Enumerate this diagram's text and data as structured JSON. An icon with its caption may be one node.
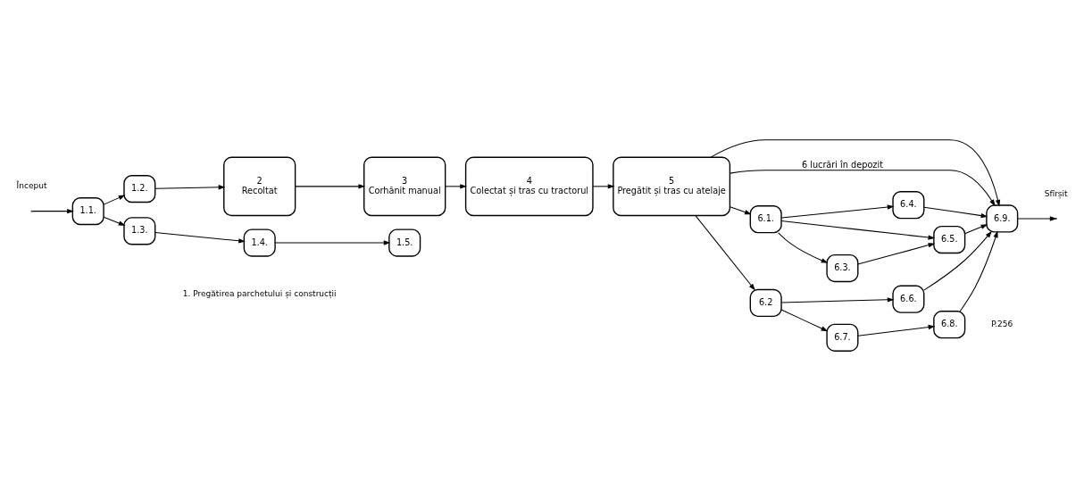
{
  "diagram": {
    "nodes": [
      {
        "text": [
          "1.1."
        ]
      },
      {
        "text": [
          "1.2."
        ]
      },
      {
        "text": [
          "1.3."
        ]
      },
      {
        "text": [
          "1.4."
        ]
      },
      {
        "text": [
          "1.5."
        ]
      },
      {
        "text": [
          "2",
          "Recoltat"
        ]
      },
      {
        "text": [
          "3",
          "Corhănit manual"
        ]
      },
      {
        "text": [
          "4",
          "Colectat și tras cu tractorul"
        ]
      },
      {
        "text": [
          "5",
          "Pregătit și tras cu atelaje"
        ]
      },
      {
        "text": [
          "6.1."
        ]
      },
      {
        "text": [
          "6.2"
        ]
      },
      {
        "text": [
          "6.3."
        ]
      },
      {
        "text": [
          "6.4."
        ]
      },
      {
        "text": [
          "6.5."
        ]
      },
      {
        "text": [
          "6.6."
        ]
      },
      {
        "text": [
          "6.7."
        ]
      },
      {
        "text": [
          "6.8."
        ]
      },
      {
        "text": [
          "6.9."
        ]
      }
    ],
    "edges": [
      {
        "from": null,
        "to": 0,
        "arrow": "to"
      },
      {
        "from": 0,
        "to": 2,
        "arrow": "to"
      },
      {
        "from": 2,
        "to": 3,
        "arrow": "to"
      },
      {
        "from": 3,
        "to": 4,
        "arrow": "to"
      },
      {
        "from": 0,
        "to": 1,
        "arrow": "to"
      },
      {
        "from": 1,
        "to": 5,
        "arrow": "to"
      },
      {
        "from": 5,
        "to": 6,
        "arrow": "to"
      },
      {
        "from": 6,
        "to": 7,
        "arrow": "to"
      },
      {
        "from": 7,
        "to": 8,
        "arrow": "to"
      },
      {
        "from": 8,
        "to": 9,
        "arrow": "to"
      },
      {
        "from": 8,
        "to": 10,
        "arrow": "to"
      },
      {
        "from": 9,
        "to": 11,
        "arrow": "to"
      },
      {
        "from": 11,
        "to": 13,
        "arrow": "to"
      },
      {
        "from": 9,
        "to": 13,
        "arrow": "to"
      },
      {
        "from": 9,
        "to": 12,
        "arrow": "to"
      },
      {
        "from": 13,
        "to": 17,
        "arrow": "to"
      },
      {
        "from": 12,
        "to": 17,
        "arrow": "to"
      },
      {
        "from": 8,
        "to": 17,
        "arrow": "to"
      },
      {
        "from": 8,
        "to": 17,
        "arrow": "to",
        "label": "6 lucrări în depozit"
      },
      {
        "from": 10,
        "to": 14,
        "arrow": "to"
      },
      {
        "from": 14,
        "to": 17,
        "arrow": "to"
      },
      {
        "from": 10,
        "to": 15,
        "arrow": "to"
      },
      {
        "from": 15,
        "to": 16,
        "arrow": "to"
      },
      {
        "from": 16,
        "to": 17,
        "arrow": "to"
      },
      {
        "from": 17,
        "to": null,
        "arrow": "to"
      }
    ],
    "labels": [
      "Început",
      "1. Pregătirea parchetului și construcții",
      "Sfîrșit",
      "P.256"
    ]
  }
}
